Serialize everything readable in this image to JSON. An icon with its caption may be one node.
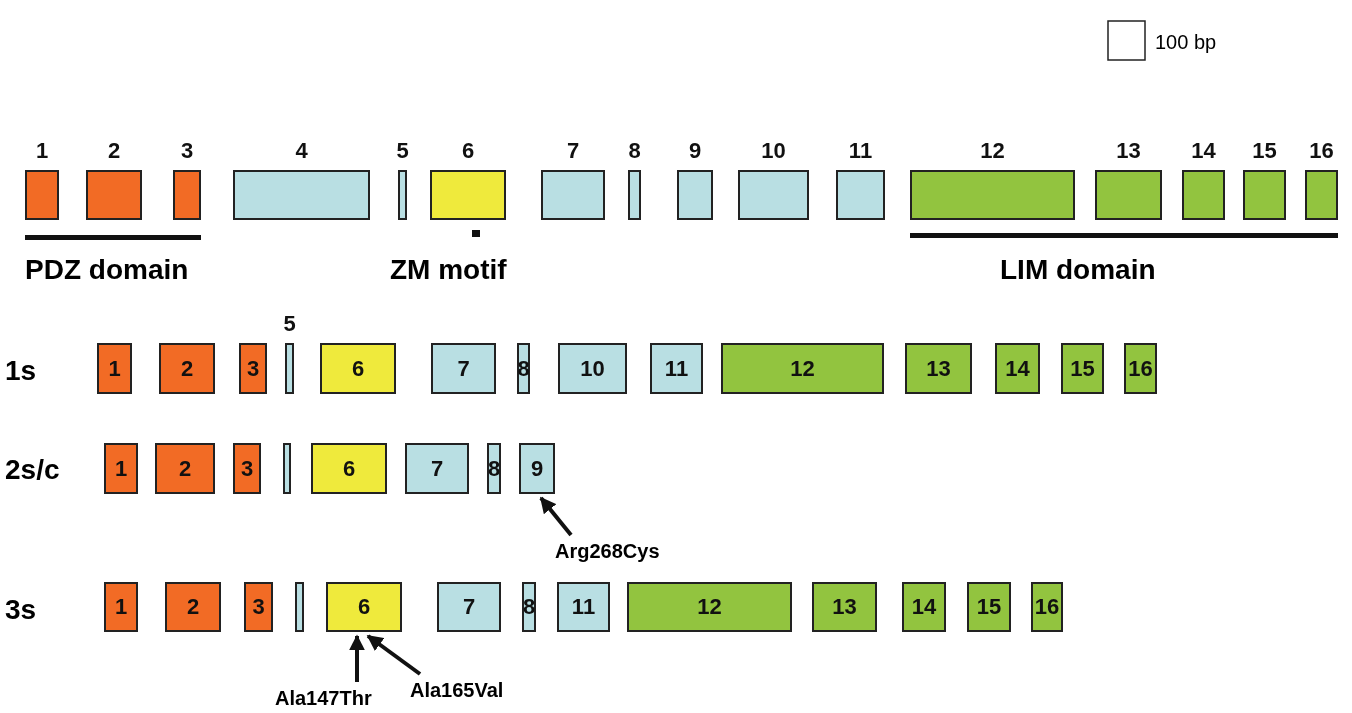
{
  "diagram": {
    "nodes": [
      {
        "text": [
          "1"
        ]
      },
      {
        "text": [
          "2"
        ]
      },
      {
        "text": [
          "3"
        ]
      },
      {
        "text": [
          "4"
        ]
      },
      {
        "text": [
          "5"
        ]
      },
      {
        "text": [
          "6"
        ]
      },
      {
        "text": [
          "7"
        ]
      },
      {
        "text": [
          "8"
        ]
      },
      {
        "text": [
          "9"
        ]
      },
      {
        "text": [
          "10"
        ]
      },
      {
        "text": [
          "11"
        ]
      },
      {
        "text": [
          "12"
        ]
      },
      {
        "text": [
          "13"
        ]
      },
      {
        "text": [
          "14"
        ]
      },
      {
        "text": [
          "15"
        ]
      },
      {
        "text": [
          "16"
        ]
      },
      {
        "text": [
          "1"
        ]
      },
      {
        "text": [
          "2"
        ]
      },
      {
        "text": [
          "3"
        ]
      },
      {
        "text": [
          "5"
        ]
      },
      {
        "text": [
          "6"
        ]
      },
      {
        "text": [
          "7"
        ]
      },
      {
        "text": [
          "8"
        ]
      },
      {
        "text": [
          "10"
        ]
      },
      {
        "text": [
          "11"
        ]
      },
      {
        "text": [
          "12"
        ]
      },
      {
        "text": [
          "13"
        ]
      },
      {
        "text": [
          "14"
        ]
      },
      {
        "text": [
          "15"
        ]
      },
      {
        "text": [
          "16"
        ]
      },
      {
        "text": [
          "1"
        ]
      },
      {
        "text": [
          "2"
        ]
      },
      {
        "text": [
          "3"
        ]
      },
      {
        "text": [],
        "shape": "box"
      },
      {
        "text": [
          "6"
        ]
      },
      {
        "text": [
          "7"
        ]
      },
      {
        "text": [
          "8"
        ]
      },
      {
        "text": [
          "9"
        ]
      },
      {
        "text": [
          "Arg268Cys"
        ]
      },
      {
        "text": [
          "1"
        ]
      },
      {
        "text": [
          "2"
        ]
      },
      {
        "text": [
          "3"
        ]
      },
      {
        "text": [],
        "shape": "box"
      },
      {
        "text": [
          "6"
        ]
      },
      {
        "text": [
          "7"
        ]
      },
      {
        "text": [
          "8"
        ]
      },
      {
        "text": [
          "11"
        ]
      },
      {
        "text": [
          "12"
        ]
      },
      {
        "text": [
          "13"
        ]
      },
      {
        "text": [
          "14"
        ]
      },
      {
        "text": [
          "15"
        ]
      },
      {
        "text": [
          "16"
        ]
      },
      {
        "text": [
          "Ala147Thr"
        ]
      },
      {
        "text": [
          "Ala165Val"
        ]
      }
    ],
    "edges": [
      {
        "from": 38,
        "to": 37,
        "arrow": "to"
      },
      {
        "from": 52,
        "to": 43,
        "arrow": "to"
      },
      {
        "from": 53,
        "to": 43,
        "arrow": "to"
      }
    ],
    "labels": [
      "100 bp",
      "PDZ domain",
      "ZM motif",
      "LIM domain",
      "1s",
      "2s/c",
      "3s"
    ]
  }
}
